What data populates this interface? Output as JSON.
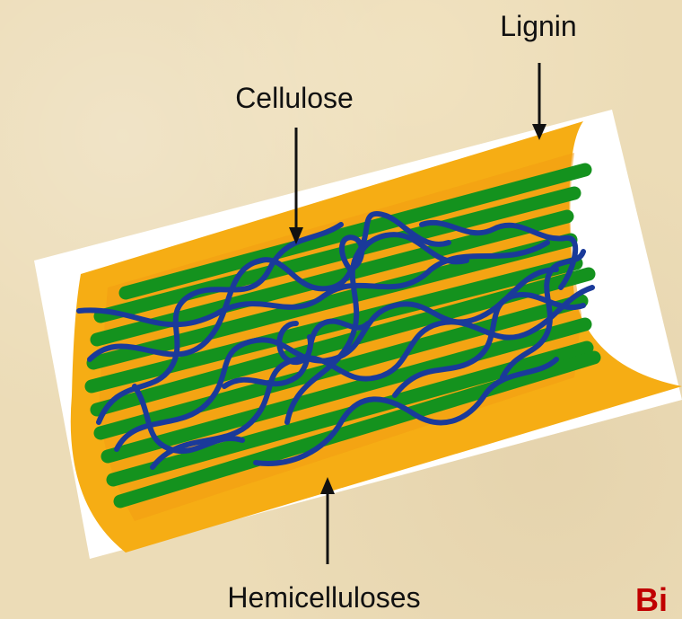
{
  "labels": {
    "lignin": "Lignin",
    "cellulose": "Cellulose",
    "hemicelluloses": "Hemicelluloses",
    "corner_text": "Bi"
  },
  "colors": {
    "background": "#ecdcb7",
    "lignin": "#f6ad14",
    "lignin_inner": "#f39c12",
    "cellulose": "#14921e",
    "hemicellulose": "#1a3a9a",
    "arrow": "#111111",
    "corner_text": "#c00000"
  }
}
